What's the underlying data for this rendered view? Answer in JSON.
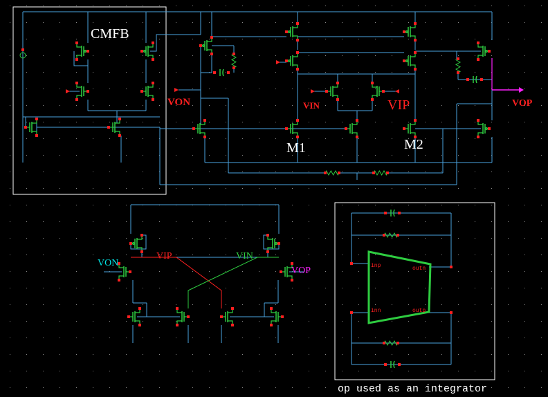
{
  "theme": {
    "background": "#000000",
    "wire": "#4aa3df",
    "device": "#2ecc40",
    "pin": "#ff2020",
    "label_red": "#ff2020",
    "label_cyan": "#00e5e5",
    "label_magenta": "#ff20ff",
    "label_white": "#ffffff",
    "box": "#ffffff",
    "opamp": "#2ecc40"
  },
  "main_schematic": {
    "cmfb_label": "CMFB",
    "labels": {
      "von": "VON",
      "vin": "VIN",
      "vip": "VIP",
      "vop": "VOP",
      "m1": "M1",
      "m2": "M2"
    }
  },
  "comparator_schematic": {
    "labels": {
      "von": "VON",
      "vip": "VIP",
      "vin": "VIN",
      "vop": "VOP"
    }
  },
  "integrator": {
    "caption": "op used as an integrator",
    "pins": {
      "inp": "inp",
      "inn": "inn",
      "outn": "outn",
      "outp": "outp"
    }
  }
}
